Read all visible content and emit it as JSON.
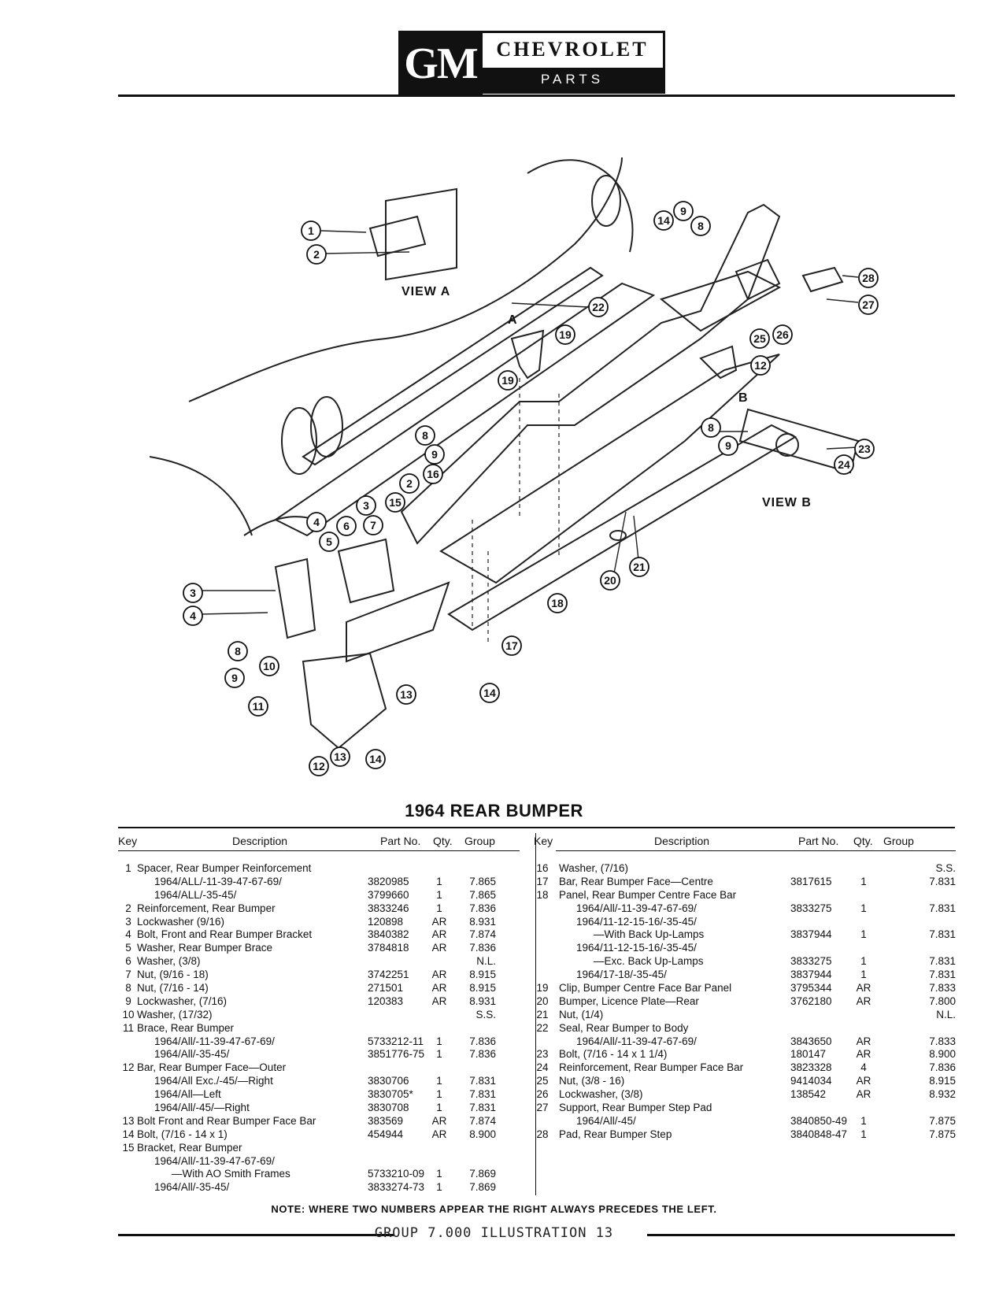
{
  "header": {
    "logo": "GM",
    "brand": "CHEVROLET",
    "subtitle": "PARTS CATALOGUE"
  },
  "views": {
    "view_a": "VIEW A",
    "view_b": "VIEW B",
    "marker_a": "A",
    "marker_b": "B"
  },
  "title": "1964 REAR BUMPER",
  "table_headers": {
    "key": "Key",
    "description": "Description",
    "part_no": "Part No.",
    "qty": "Qty.",
    "group": "Group"
  },
  "left_rows": [
    {
      "key": "1",
      "desc": "Spacer, Rear Bumper Reinforcement",
      "part": "",
      "qty": "",
      "group": "",
      "indent": 0
    },
    {
      "key": "",
      "desc": "1964/ALL/-11-39-47-67-69/",
      "part": "3820985",
      "qty": "1",
      "group": "7.865",
      "indent": 1
    },
    {
      "key": "",
      "desc": "1964/ALL/-35-45/",
      "part": "3799660",
      "qty": "1",
      "group": "7.865",
      "indent": 1
    },
    {
      "key": "2",
      "desc": "Reinforcement, Rear Bumper",
      "part": "3833246",
      "qty": "1",
      "group": "7.836",
      "indent": 0
    },
    {
      "key": "3",
      "desc": "Lockwasher (9/16)",
      "part": "120898",
      "qty": "AR",
      "group": "8.931",
      "indent": 0
    },
    {
      "key": "4",
      "desc": "Bolt, Front and Rear Bumper Bracket",
      "part": "3840382",
      "qty": "AR",
      "group": "7.874",
      "indent": 0
    },
    {
      "key": "5",
      "desc": "Washer, Rear Bumper Brace",
      "part": "3784818",
      "qty": "AR",
      "group": "7.836",
      "indent": 0
    },
    {
      "key": "6",
      "desc": "Washer, (3/8)",
      "part": "",
      "qty": "",
      "group": "N.L.",
      "indent": 0
    },
    {
      "key": "7",
      "desc": "Nut, (9/16 - 18)",
      "part": "3742251",
      "qty": "AR",
      "group": "8.915",
      "indent": 0
    },
    {
      "key": "8",
      "desc": "Nut, (7/16 - 14)",
      "part": "271501",
      "qty": "AR",
      "group": "8.915",
      "indent": 0
    },
    {
      "key": "9",
      "desc": "Lockwasher, (7/16)",
      "part": "120383",
      "qty": "AR",
      "group": "8.931",
      "indent": 0
    },
    {
      "key": "10",
      "desc": "Washer, (17/32)",
      "part": "",
      "qty": "",
      "group": "S.S.",
      "indent": 0
    },
    {
      "key": "11",
      "desc": "Brace, Rear Bumper",
      "part": "",
      "qty": "",
      "group": "",
      "indent": 0
    },
    {
      "key": "",
      "desc": "1964/All/-11-39-47-67-69/",
      "part": "5733212-11",
      "qty": "1",
      "group": "7.836",
      "indent": 1
    },
    {
      "key": "",
      "desc": "1964/All/-35-45/",
      "part": "3851776-75",
      "qty": "1",
      "group": "7.836",
      "indent": 1
    },
    {
      "key": "12",
      "desc": "Bar, Rear Bumper Face—Outer",
      "part": "",
      "qty": "",
      "group": "",
      "indent": 0
    },
    {
      "key": "",
      "desc": "1964/All Exc./-45/—Right",
      "part": "3830706",
      "qty": "1",
      "group": "7.831",
      "indent": 1
    },
    {
      "key": "",
      "desc": "1964/All—Left",
      "part": "3830705*",
      "qty": "1",
      "group": "7.831",
      "indent": 1
    },
    {
      "key": "",
      "desc": "1964/All/-45/—Right",
      "part": "3830708",
      "qty": "1",
      "group": "7.831",
      "indent": 1
    },
    {
      "key": "13",
      "desc": "Bolt Front and Rear Bumper Face Bar",
      "part": "383569",
      "qty": "AR",
      "group": "7.874",
      "indent": 0
    },
    {
      "key": "14",
      "desc": "Bolt, (7/16 - 14 x 1)",
      "part": "454944",
      "qty": "AR",
      "group": "8.900",
      "indent": 0
    },
    {
      "key": "15",
      "desc": "Bracket, Rear Bumper",
      "part": "",
      "qty": "",
      "group": "",
      "indent": 0
    },
    {
      "key": "",
      "desc": "1964/All/-11-39-47-67-69/",
      "part": "",
      "qty": "",
      "group": "",
      "indent": 1
    },
    {
      "key": "",
      "desc": "—With AO Smith Frames",
      "part": "5733210-09",
      "qty": "1",
      "group": "7.869",
      "indent": 2
    },
    {
      "key": "",
      "desc": "1964/All/-35-45/",
      "part": "3833274-73",
      "qty": "1",
      "group": "7.869",
      "indent": 1
    }
  ],
  "right_rows": [
    {
      "key": "16",
      "desc": "Washer, (7/16)",
      "part": "",
      "qty": "",
      "group": "S.S.",
      "indent": 0
    },
    {
      "key": "17",
      "desc": "Bar, Rear Bumper Face—Centre",
      "part": "3817615",
      "qty": "1",
      "group": "7.831",
      "indent": 0
    },
    {
      "key": "18",
      "desc": "Panel, Rear Bumper Centre Face Bar",
      "part": "",
      "qty": "",
      "group": "",
      "indent": 0
    },
    {
      "key": "",
      "desc": "1964/All/-11-39-47-67-69/",
      "part": "3833275",
      "qty": "1",
      "group": "7.831",
      "indent": 1
    },
    {
      "key": "",
      "desc": "1964/11-12-15-16/-35-45/",
      "part": "",
      "qty": "",
      "group": "",
      "indent": 1
    },
    {
      "key": "",
      "desc": "—With Back Up-Lamps",
      "part": "3837944",
      "qty": "1",
      "group": "7.831",
      "indent": 2
    },
    {
      "key": "",
      "desc": "1964/11-12-15-16/-35-45/",
      "part": "",
      "qty": "",
      "group": "",
      "indent": 1
    },
    {
      "key": "",
      "desc": "—Exc. Back Up-Lamps",
      "part": "3833275",
      "qty": "1",
      "group": "7.831",
      "indent": 2
    },
    {
      "key": "",
      "desc": "1964/17-18/-35-45/",
      "part": "3837944",
      "qty": "1",
      "group": "7.831",
      "indent": 1
    },
    {
      "key": "19",
      "desc": "Clip, Bumper Centre Face Bar Panel",
      "part": "3795344",
      "qty": "AR",
      "group": "7.833",
      "indent": 0
    },
    {
      "key": "20",
      "desc": "Bumper, Licence Plate—Rear",
      "part": "3762180",
      "qty": "AR",
      "group": "7.800",
      "indent": 0
    },
    {
      "key": "21",
      "desc": "Nut, (1/4)",
      "part": "",
      "qty": "",
      "group": "N.L.",
      "indent": 0
    },
    {
      "key": "22",
      "desc": "Seal, Rear Bumper to Body",
      "part": "",
      "qty": "",
      "group": "",
      "indent": 0
    },
    {
      "key": "",
      "desc": "1964/All/-11-39-47-67-69/",
      "part": "3843650",
      "qty": "AR",
      "group": "7.833",
      "indent": 1
    },
    {
      "key": "23",
      "desc": "Bolt, (7/16 - 14 x 1 1/4)",
      "part": "180147",
      "qty": "AR",
      "group": "8.900",
      "indent": 0
    },
    {
      "key": "24",
      "desc": "Reinforcement, Rear Bumper Face Bar",
      "part": "3823328",
      "qty": "4",
      "group": "7.836",
      "indent": 0
    },
    {
      "key": "25",
      "desc": "Nut, (3/8 - 16)",
      "part": "9414034",
      "qty": "AR",
      "group": "8.915",
      "indent": 0
    },
    {
      "key": "26",
      "desc": "Lockwasher, (3/8)",
      "part": "138542",
      "qty": "AR",
      "group": "8.932",
      "indent": 0
    },
    {
      "key": "27",
      "desc": "Support, Rear Bumper Step Pad",
      "part": "",
      "qty": "",
      "group": "",
      "indent": 0
    },
    {
      "key": "",
      "desc": "1964/All/-45/",
      "part": "3840850-49",
      "qty": "1",
      "group": "7.875",
      "indent": 1
    },
    {
      "key": "28",
      "desc": "Pad, Rear Bumper Step",
      "part": "3840848-47",
      "qty": "1",
      "group": "7.875",
      "indent": 0
    }
  ],
  "note": "NOTE: WHERE TWO NUMBERS APPEAR THE RIGHT ALWAYS PRECEDES THE LEFT.",
  "footer": "GROUP 7.000 ILLUSTRATION 13",
  "callouts": [
    "1",
    "2",
    "3",
    "4",
    "5",
    "6",
    "7",
    "8",
    "9",
    "10",
    "11",
    "12",
    "13",
    "14",
    "15",
    "16",
    "17",
    "18",
    "19",
    "20",
    "21",
    "22",
    "23",
    "24",
    "25",
    "26",
    "27",
    "28"
  ]
}
